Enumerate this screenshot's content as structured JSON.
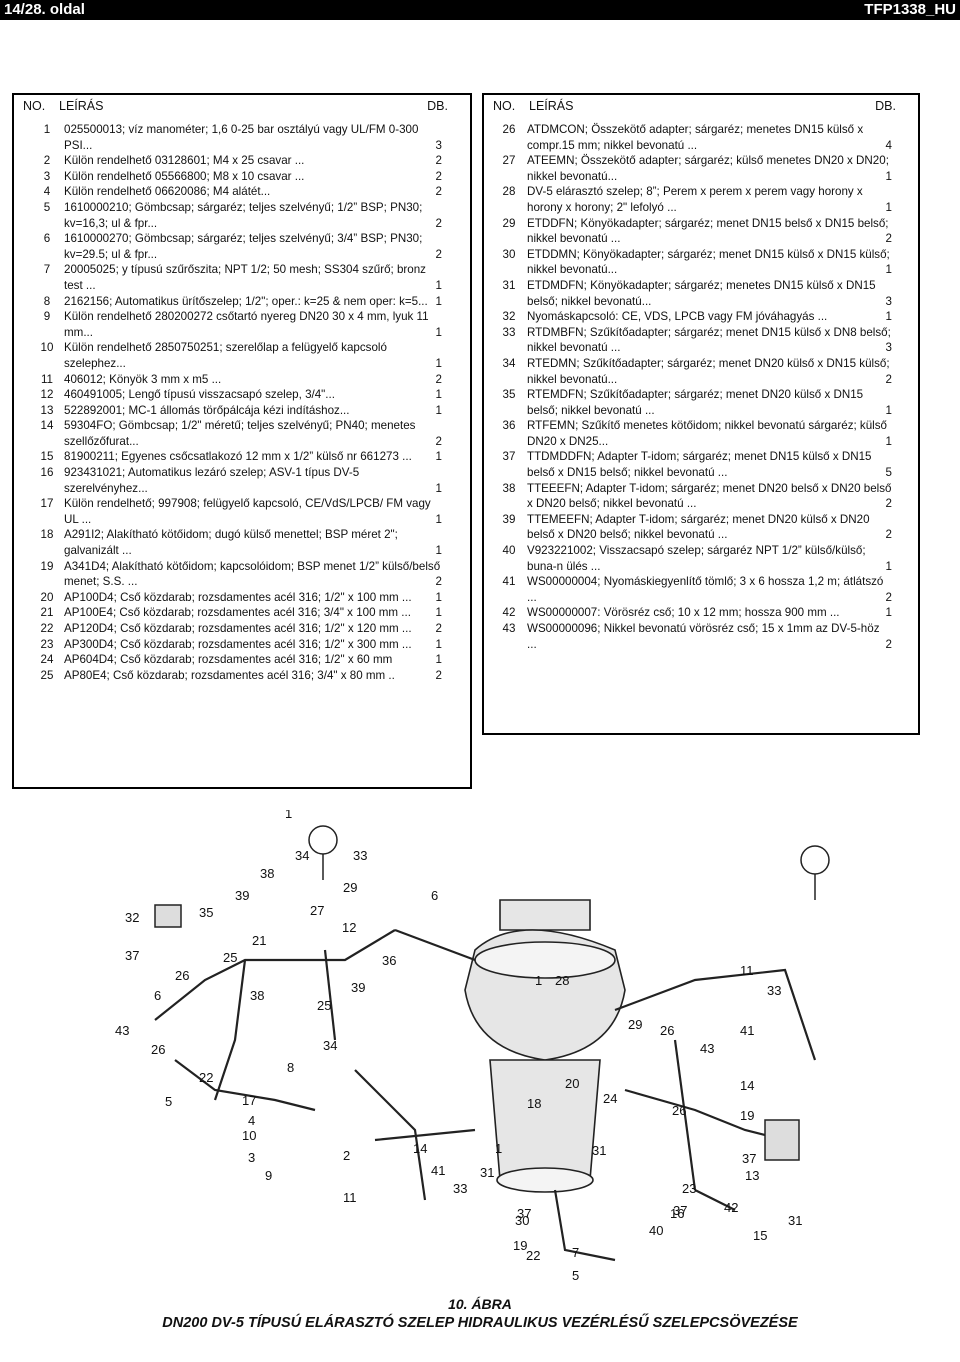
{
  "header": {
    "left": "14/28. oldal",
    "right": "TFP1338_HU"
  },
  "table_head": {
    "no": "NO.",
    "desc": "LEÍRÁS",
    "qty": "DB."
  },
  "left_items": [
    {
      "no": "1",
      "text": "025500013; víz manométer; 1,6 0-25 bar osztályú vagy UL/FM 0-300 PSI...",
      "qty": "3"
    },
    {
      "no": "2",
      "text": "Külön rendelhető 03128601; M4 x 25 csavar ...",
      "qty": "2"
    },
    {
      "no": "3",
      "text": "Külön rendelhető 05566800; M8 x 10 csavar ...",
      "qty": "2"
    },
    {
      "no": "4",
      "text": "Külön rendelhető 06620086; M4 alátét...",
      "qty": "2"
    },
    {
      "no": "5",
      "text": "1610000210; Gömbcsap; sárgaréz; teljes szelvényű; 1/2” BSP; PN30; kv=16,3; ul & fpr...",
      "qty": "2"
    },
    {
      "no": "6",
      "text": "1610000270; Gömbcsap; sárgaréz; teljes szelvényű; 3/4” BSP; PN30; kv=29.5; ul & fpr...",
      "qty": "2"
    },
    {
      "no": "7",
      "text": "20005025; y típusú szűrőszita; NPT 1/2; 50 mesh; SS304 szűrő; bronz test ...",
      "qty": "1"
    },
    {
      "no": "8",
      "text": "2162156; Automatikus ürítőszelep; 1/2\"; oper.: k=25 & nem oper: k=5...",
      "qty": "1"
    },
    {
      "no": "9",
      "text": "Külön rendelhető 280200272 csőtartó nyereg DN20 30 x 4 mm, lyuk 11 mm...",
      "qty": "1"
    },
    {
      "no": "10",
      "text": "Külön rendelhető 2850750251; szerelőlap a felügyelő kapcsoló szelephez...",
      "qty": "1"
    },
    {
      "no": "11",
      "text": "406012; Könyök 3 mm x m5 ...",
      "qty": "2"
    },
    {
      "no": "12",
      "text": "460491005; Lengő típusú visszacsapó szelep, 3/4\"...",
      "qty": "1"
    },
    {
      "no": "13",
      "text": "522892001; MC-1 állomás törőpálcája kézi indításhoz...",
      "qty": "1"
    },
    {
      "no": "14",
      "text": "59304FO; Gömbcsap; 1/2\" méretű; teljes szelvényű; PN40; menetes szellőzőfurat...",
      "qty": "2"
    },
    {
      "no": "15",
      "text": "81900211; Egyenes csőcsatlakozó 12 mm x 1/2” külső nr 661273 ...",
      "qty": "1"
    },
    {
      "no": "16",
      "text": "923431021; Automatikus lezáró szelep; ASV-1 típus DV-5 szerelvényhez...",
      "qty": "1"
    },
    {
      "no": "17",
      "text": "Külön rendelhető; 997908; felügyelő kapcsoló, CE/VdS/LPCB/ FM vagy UL ...",
      "qty": "1"
    },
    {
      "no": "18",
      "text": "A291I2; Alakítható kötőidom; dugó külső menettel; BSP méret 2\"; galvanizált ...",
      "qty": "1"
    },
    {
      "no": "19",
      "text": "A341D4; Alakítható kötőidom; kapcsolóidom; BSP menet 1/2” külső/belső menet; S.S. ...",
      "qty": "2"
    },
    {
      "no": "20",
      "text": "AP100D4; Cső közdarab; rozsdamentes acél 316; 1/2\" x 100 mm ...",
      "qty": "1"
    },
    {
      "no": "21",
      "text": "AP100E4; Cső közdarab; rozsdamentes acél 316; 3/4\" x 100 mm ...",
      "qty": "1"
    },
    {
      "no": "22",
      "text": "AP120D4; Cső közdarab; rozsdamentes acél 316; 1/2\" x 120 mm ...",
      "qty": "2"
    },
    {
      "no": "23",
      "text": "AP300D4; Cső közdarab; rozsdamentes acél 316; 1/2\" x 300 mm ...",
      "qty": "1"
    },
    {
      "no": "24",
      "text": "AP604D4; Cső közdarab; rozsdamentes acél 316; 1/2\" x 60 mm",
      "qty": "1"
    },
    {
      "no": "25",
      "text": "AP80E4; Cső közdarab; rozsdamentes acél 316; 3/4\" x 80 mm ..",
      "qty": "2"
    }
  ],
  "right_items": [
    {
      "no": "26",
      "text": "ATDMCON; Összekötő adapter; sárgaréz; menetes DN15 külső x compr.15 mm; nikkel bevonatú ...",
      "qty": "4"
    },
    {
      "no": "27",
      "text": "ATEEMN; Összekötő adapter; sárgaréz; külső menetes DN20 x DN20; nikkel bevonatú...",
      "qty": "1"
    },
    {
      "no": "28",
      "text": "DV-5 elárasztó szelep; 8”; Perem x perem x perem vagy horony x horony x horony; 2\" lefolyó ...",
      "qty": "1"
    },
    {
      "no": "29",
      "text": "ETDDFN; Könyökadapter; sárgaréz; menet DN15 belső x DN15 belső; nikkel bevonatú ...",
      "qty": "2"
    },
    {
      "no": "30",
      "text": "ETDDMN; Könyökadapter; sárgaréz; menet DN15 külső x DN15 külső; nikkel bevonatú...",
      "qty": "1"
    },
    {
      "no": "31",
      "text": "ETDMDFN; Könyökadapter; sárgaréz; menetes DN15 külső x DN15 belső; nikkel bevonatú...",
      "qty": "3"
    },
    {
      "no": "32",
      "text": "Nyomáskapcsoló: CE, VDS, LPCB vagy FM jóváhagyás ...",
      "qty": "1"
    },
    {
      "no": "33",
      "text": "RTDMBFN; Szűkítőadapter; sárgaréz; menet DN15 külső x DN8 belső; nikkel bevonatú ...",
      "qty": "3"
    },
    {
      "no": "34",
      "text": "RTEDMN; Szűkítőadapter; sárgaréz; menet DN20 külső x DN15 külső; nikkel bevonatú...",
      "qty": "2"
    },
    {
      "no": "35",
      "text": "RTEMDFN; Szűkítőadapter; sárgaréz; menet DN20 külső x DN15 belső; nikkel bevonatú ...",
      "qty": "1"
    },
    {
      "no": "36",
      "text": "RTFEMN; Szűkítő menetes kötőidom; nikkel bevonatú sárgaréz; külső DN20 x DN25...",
      "qty": "1"
    },
    {
      "no": "37",
      "text": "TTDMDDFN; Adapter T-idom; sárgaréz; menet DN15 külső x DN15 belső x DN15 belső; nikkel bevonatú ...",
      "qty": "5"
    },
    {
      "no": "38",
      "text": "TTEEEFN; Adapter T-idom; sárgaréz; menet DN20 belső x DN20 belső x DN20 belső; nikkel bevonatú ...",
      "qty": "2"
    },
    {
      "no": "39",
      "text": "TTEMEEFN; Adapter T-idom; sárgaréz; menet DN20 külső x DN20 belső x DN20 belső; nikkel bevonatú ...",
      "qty": "2"
    },
    {
      "no": "40",
      "text": "V923221002; Visszacsapó szelep; sárgaréz NPT 1/2” külső/külső; buna-n ülés ...",
      "qty": "1"
    },
    {
      "no": "41",
      "text": "WS00000004; Nyomáskiegyenlítő tömlő; 3 x 6 hossza 1,2 m; átlátszó ...",
      "qty": "2"
    },
    {
      "no": "42",
      "text": "WS00000007: Vörösréz cső; 10 x 12 mm; hossza 900 mm ...",
      "qty": "1"
    },
    {
      "no": "43",
      "text": "WS00000096; Nikkel bevonatú vörösréz cső; 15 x 1mm az DV-5-höz ...",
      "qty": "2"
    }
  ],
  "callouts": [
    "1",
    "34",
    "33",
    "38",
    "29",
    "39",
    "32",
    "35",
    "27",
    "12",
    "21",
    "6",
    "37",
    "25",
    "36",
    "26",
    "6",
    "38",
    "25",
    "39",
    "43",
    "26",
    "34",
    "5",
    "22",
    "8",
    "17",
    "4",
    "10",
    "3",
    "9",
    "2",
    "11",
    "41",
    "18",
    "1",
    "14",
    "33",
    "37",
    "31",
    "22",
    "28",
    "1",
    "11",
    "33",
    "29",
    "26",
    "41",
    "14",
    "43",
    "20",
    "24",
    "19",
    "37",
    "26",
    "31",
    "23",
    "37",
    "42",
    "30",
    "16",
    "40",
    "15",
    "31",
    "19",
    "7",
    "5",
    "13"
  ],
  "figure": {
    "title": "10. ÁBRA",
    "caption": "DN200 DV-5 TÍPUSÚ ELÁRASZTÓ SZELEP HIDRAULIKUS VEZÉRLÉSŰ SZELEPCSÖVEZÉSE"
  }
}
